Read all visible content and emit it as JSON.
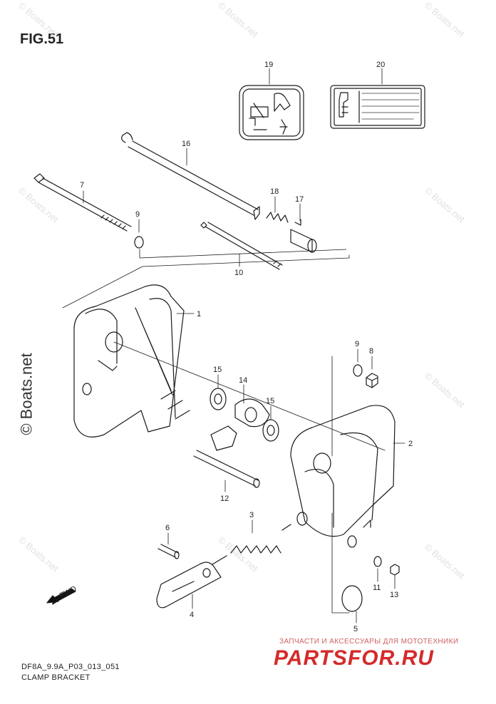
{
  "figure": {
    "title": "FIG.51"
  },
  "parts": [
    {
      "no": "1"
    },
    {
      "no": "2"
    },
    {
      "no": "3"
    },
    {
      "no": "4"
    },
    {
      "no": "5"
    },
    {
      "no": "6"
    },
    {
      "no": "7"
    },
    {
      "no": "8"
    },
    {
      "no": "9"
    },
    {
      "no": "9"
    },
    {
      "no": "10"
    },
    {
      "no": "11"
    },
    {
      "no": "12"
    },
    {
      "no": "13"
    },
    {
      "no": "14"
    },
    {
      "no": "15"
    },
    {
      "no": "15"
    },
    {
      "no": "16"
    },
    {
      "no": "17"
    },
    {
      "no": "18"
    },
    {
      "no": "19"
    },
    {
      "no": "20"
    }
  ],
  "arrow_label": "FWD",
  "footer": {
    "code": "DF8A_9.9A_P03_013_051",
    "name": "CLAMP BRACKET"
  },
  "watermark": {
    "side": "© Boats.net",
    "tile": "© Boats.net"
  },
  "brand": {
    "tagline": "ЗАПЧАСТИ И АКСЕССУАРЫ ДЛЯ МОТОТЕХНИКИ",
    "name": "PARTSFOR.RU"
  }
}
